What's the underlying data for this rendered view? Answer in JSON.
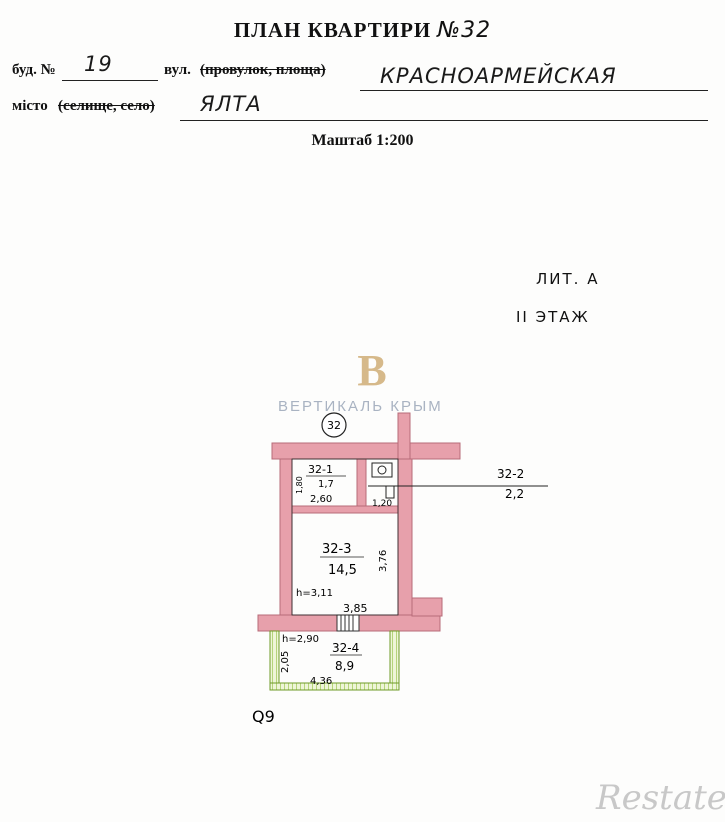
{
  "header": {
    "title": "ПЛАН КВАРТИРИ",
    "apartment_no": "№32",
    "building_label": "буд. №",
    "building_value": "19",
    "street_label": "вул.",
    "street_struck": "(провулок, площа)",
    "street_value": "КРАСНОАРМЕЙСКАЯ",
    "city_label": "місто",
    "city_struck": "(селище, село)",
    "city_value": "ЯЛТА",
    "scale": "Маштаб 1:200"
  },
  "annotations": {
    "lit": "ЛИТ. А",
    "floor": "II ЭТАЖ",
    "compass": "Q9"
  },
  "watermark": {
    "logo_letter": "B",
    "brand": "ВЕРТИКАЛЬ КРЫМ",
    "site": "Restate"
  },
  "plan": {
    "apartment_circle": "32",
    "rooms": [
      {
        "id": "32-1",
        "area": "1,7",
        "width": "2,60",
        "height": "1,80"
      },
      {
        "id": "32-2",
        "area": "2,2",
        "width": "1,20"
      },
      {
        "id": "32-3",
        "area": "14,5",
        "width": "3,85",
        "height": "3,76",
        "ceiling": "h=3,11"
      },
      {
        "id": "32-4",
        "area": "8,9",
        "width": "4,36",
        "height": "2,05",
        "ceiling": "h=2,90"
      }
    ],
    "colors": {
      "wall": "#e7a0ab",
      "wall_edge": "#b76b78",
      "hatch": "#8fbf3b"
    }
  }
}
